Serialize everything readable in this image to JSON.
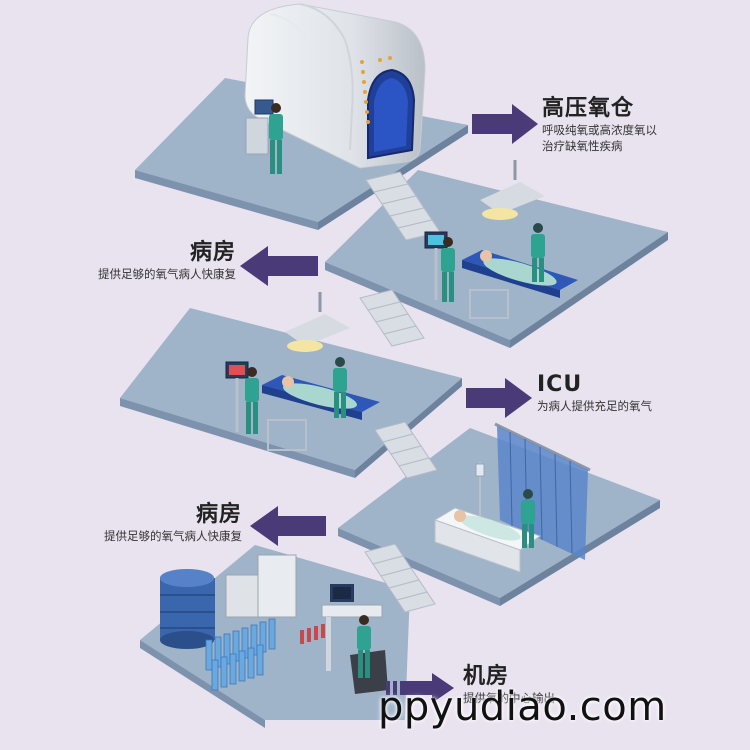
{
  "sections": [
    {
      "id": "chamber",
      "title": "高压氧仓",
      "desc": "呼吸纯氧或高浓度氧以\n治疗缺氧性疾病"
    },
    {
      "id": "ward1",
      "title": "病房",
      "desc": "提供足够的氧气病人快康复"
    },
    {
      "id": "icu",
      "title": "ICU",
      "desc": "为病人提供充足的氧气"
    },
    {
      "id": "ward2",
      "title": "病房",
      "desc": "提供足够的氧气病人快康复"
    },
    {
      "id": "machine",
      "title": "机房",
      "desc": "提供氧的中心输出"
    }
  ],
  "watermark": "ppyudiao.com",
  "colors": {
    "background": "#e9e2ef",
    "floor_top": "#9fb3c9",
    "floor_side": "#7d93ad",
    "arrow": "#4b3a78",
    "staff_uniform": "#2fa391",
    "bed": "#2e57b8"
  }
}
